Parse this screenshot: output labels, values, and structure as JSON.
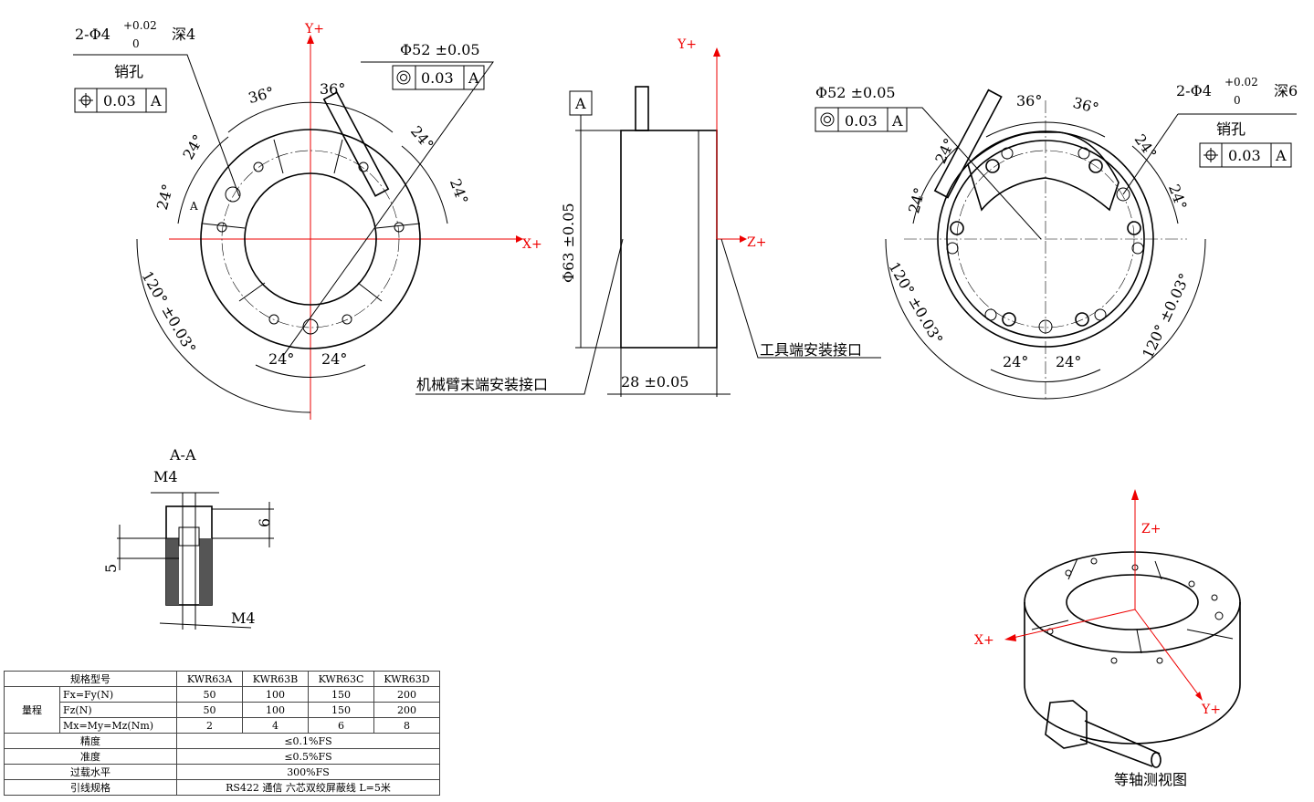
{
  "front_view": {
    "pin_hole": "2-Φ4",
    "tol_upper": "+0.02",
    "tol_lower": "0",
    "depth": "深4",
    "pin_label": "销孔",
    "pos_tol": "0.03",
    "datum": "A",
    "dia": "Φ52 ±0.05",
    "conc_tol": "0.03",
    "datum2": "A",
    "ang36a": "36°",
    "ang36b": "36°",
    "ang24": [
      "24°",
      "24°",
      "24°",
      "24°",
      "24°",
      "24°"
    ],
    "ang120": "120° ±0.03°",
    "axis_x": "X+",
    "axis_y": "Y+",
    "section_mark": "A"
  },
  "side_view": {
    "datum": "A",
    "axis_y": "Y+",
    "axis_z": "Z+",
    "dia": "Φ63 ±0.05",
    "length": "28 ±0.05",
    "robot_side": "机械臂末端安装接口",
    "tool_side": "工具端安装接口"
  },
  "back_view": {
    "dia": "Φ52 ±0.05",
    "conc_tol": "0.03",
    "datum": "A",
    "pin_hole": "2-Φ4",
    "tol_upper": "+0.02",
    "tol_lower": "0",
    "depth": "深6",
    "pin_label": "销孔",
    "pos_tol": "0.03",
    "datum2": "A",
    "ang36a": "36°",
    "ang36b": "36°",
    "ang24": [
      "24°",
      "24°",
      "24°",
      "24°",
      "24°",
      "24°"
    ],
    "ang120a": "120° ±0.03°",
    "ang120b": "120° ±0.03°"
  },
  "section": {
    "title": "A-A",
    "m4_top": "M4",
    "m4_bottom": "M4",
    "dim6": "6",
    "dim5": "5"
  },
  "iso": {
    "title": "等轴测视图",
    "axis_x": "X+",
    "axis_y": "Y+",
    "axis_z": "Z+"
  },
  "spec_table": {
    "header": [
      "规格型号",
      "KWR63A",
      "KWR63B",
      "KWR63C",
      "KWR63D"
    ],
    "range_label": "量程",
    "rows": [
      [
        "Fx=Fy(N)",
        "50",
        "100",
        "150",
        "200"
      ],
      [
        "Fz(N)",
        "50",
        "100",
        "150",
        "200"
      ],
      [
        "Mx=My=Mz(Nm)",
        "2",
        "4",
        "6",
        "8"
      ]
    ],
    "precision": [
      "精度",
      "≤0.1%FS"
    ],
    "accuracy": [
      "准度",
      "≤0.5%FS"
    ],
    "overload": [
      "过载水平",
      "300%FS"
    ],
    "cable": [
      "引线规格",
      "RS422 通信  六芯双绞屏蔽线 L=5米"
    ]
  }
}
